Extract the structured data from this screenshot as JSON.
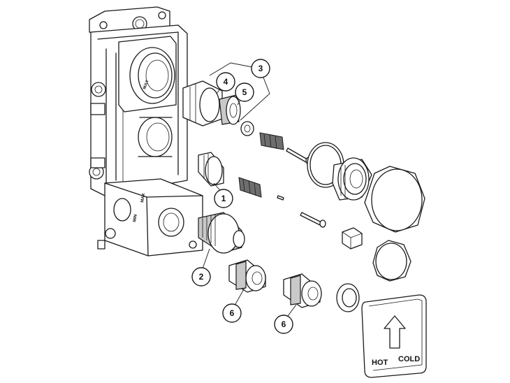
{
  "callouts": [
    {
      "id": "1",
      "label": "1"
    },
    {
      "id": "2",
      "label": "2"
    },
    {
      "id": "3",
      "label": "3"
    },
    {
      "id": "4",
      "label": "4"
    },
    {
      "id": "5",
      "label": "5"
    },
    {
      "id": "6a",
      "label": "6"
    },
    {
      "id": "6b",
      "label": "6"
    }
  ],
  "stamps": {
    "max_upper": "MAX",
    "max_lower": "MAX",
    "min_lower": "MIN"
  },
  "plate": {
    "hot_label": "HOT",
    "cold_label": "COLD",
    "arrow_icon": "arrow-up-icon"
  }
}
